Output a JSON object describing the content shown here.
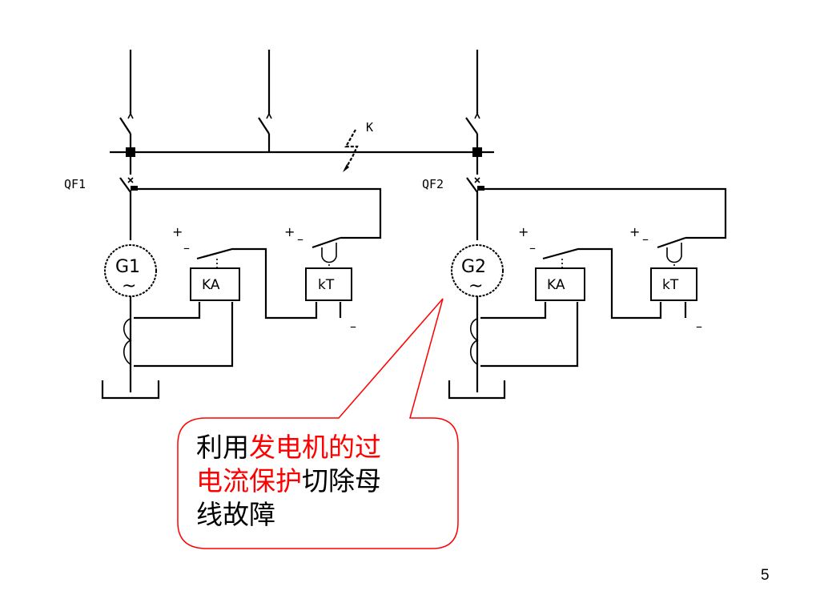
{
  "diagram": {
    "fault_label": "K",
    "units": [
      {
        "breaker_label": "QF1",
        "generator_label": "G1",
        "generator_symbol": "~",
        "current_relay_label": "KA",
        "time_relay_label": "kT",
        "plus_sign_ka": "+",
        "minus_sign_ka": "–",
        "plus_sign_kt": "+",
        "minus_sign_kt": "–",
        "minus_sign_out": "–"
      },
      {
        "breaker_label": "QF2",
        "generator_label": "G2",
        "generator_symbol": "~",
        "current_relay_label": "KA",
        "time_relay_label": "kT",
        "plus_sign_ka": "+",
        "minus_sign_ka": "–",
        "plus_sign_kt": "+",
        "minus_sign_kt": "–",
        "minus_sign_out": "–"
      }
    ]
  },
  "callout": {
    "segments": [
      {
        "text": "利用",
        "color": "black"
      },
      {
        "text": "发电机的过电流保护",
        "color": "red"
      },
      {
        "text": "切除母线故障",
        "color": "black"
      }
    ],
    "line1_black": "利用",
    "line1_red": "发电机的过",
    "line2_red": "电流保护",
    "line2_black": "切除母",
    "line3_black": "线故障",
    "border_color": "#ff0000"
  },
  "page_number": "5"
}
